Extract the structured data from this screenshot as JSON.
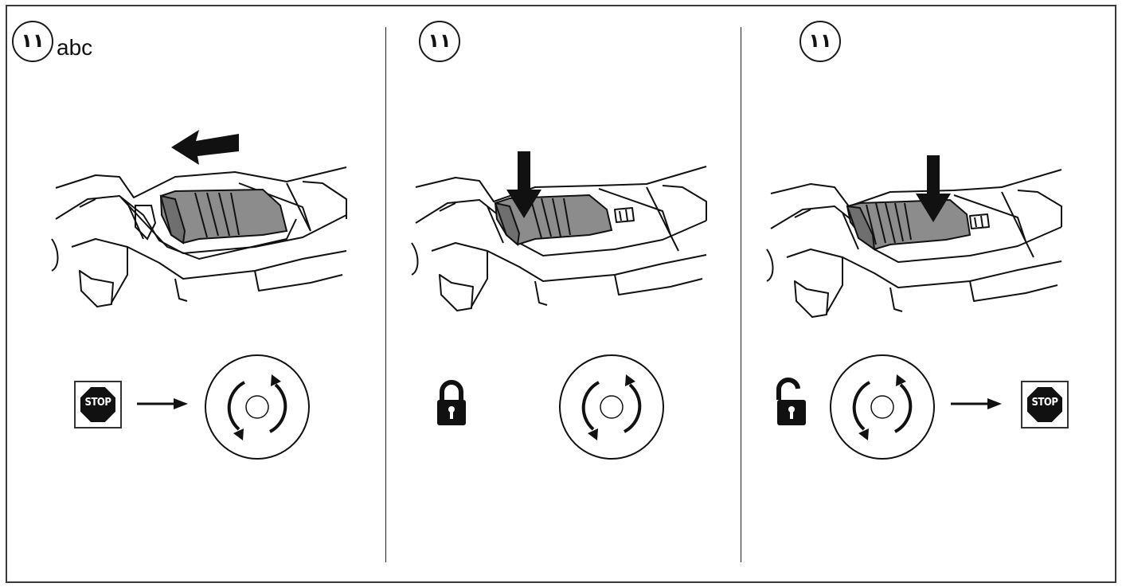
{
  "panels": [
    {
      "badge": "١١",
      "sub_label": "abc",
      "lock_state": "none",
      "stop_position": "left"
    },
    {
      "badge": "١١",
      "sub_label": "",
      "lock_state": "locked",
      "stop_position": "none"
    },
    {
      "badge": "١١",
      "sub_label": "",
      "lock_state": "unlocked",
      "stop_position": "right"
    }
  ],
  "stop_sign": {
    "text": "STOP"
  },
  "colors": {
    "line": "#111111",
    "switch_fill": "#8c8c8c",
    "background": "#ffffff"
  }
}
